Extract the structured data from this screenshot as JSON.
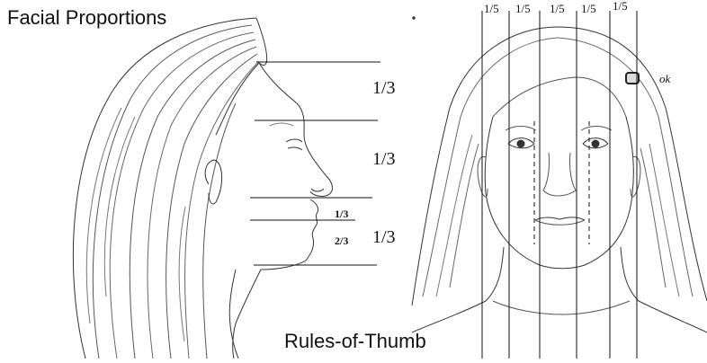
{
  "title": "Facial Proportions",
  "subtitle": "Rules-of-Thumb",
  "profile": {
    "thirds": [
      "1/3",
      "1/3",
      "1/3"
    ],
    "lower_split": [
      "1/3",
      "2/3"
    ]
  },
  "front": {
    "fifths": [
      "1/5",
      "1/5",
      "1/5",
      "1/5",
      "1/5"
    ],
    "annotation": "ok"
  }
}
